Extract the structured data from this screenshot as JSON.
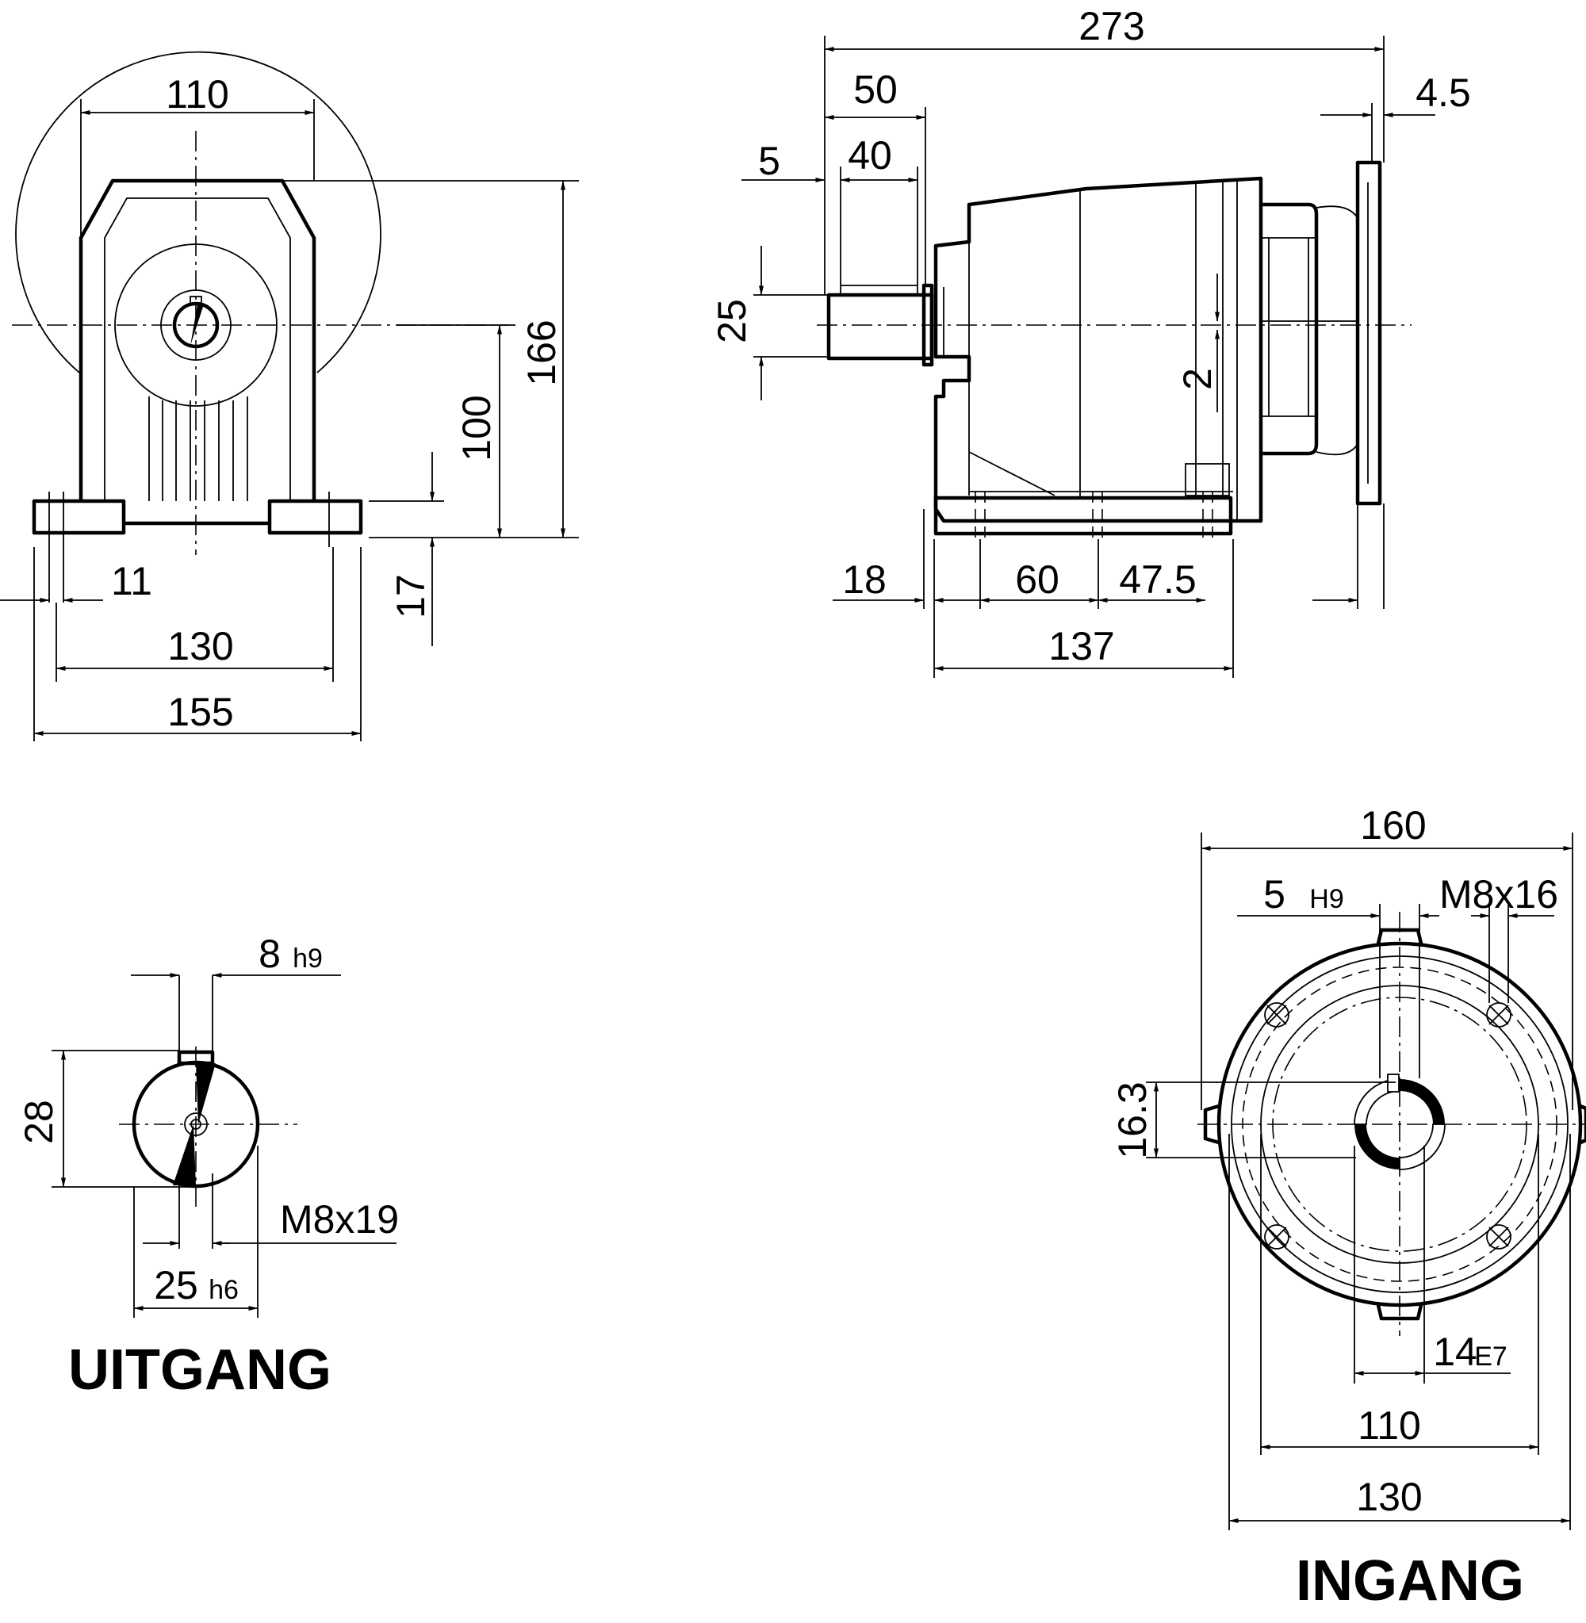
{
  "labels": {
    "output_title": "UITGANG",
    "input_title": "INGANG"
  },
  "dimensions": {
    "front_width_top": "110",
    "front_height_total": "166",
    "front_axis_height": "100",
    "foot_thickness": "17",
    "foot_hole": "11",
    "foot_hole_spacing": "130",
    "foot_width_total": "155",
    "side_length_total": "273",
    "shaft_length": "50",
    "key_length": "40",
    "key_offset": "5",
    "flange_thickness": "4.5",
    "shaft_dia_side": "25",
    "input_offset": "2",
    "flange_gap": "18",
    "foot_hole_pitch_1": "60",
    "foot_hole_pitch_2": "47.5",
    "foot_length": "137",
    "key_width_out": "8",
    "key_width_out_tol": "h9",
    "shaft_height_out": "28",
    "center_thread_out": "M8x19",
    "shaft_dia_out": "25",
    "shaft_dia_out_tol": "h6",
    "flange_dia": "160",
    "key_width_in": "5",
    "key_width_in_tol": "H9",
    "flange_thread": "M8x16",
    "bore_key_depth": "16.3",
    "bore_dia": "14",
    "bore_dia_tol": "E7",
    "spigot_dia": "110",
    "bolt_circle_dia": "130"
  }
}
